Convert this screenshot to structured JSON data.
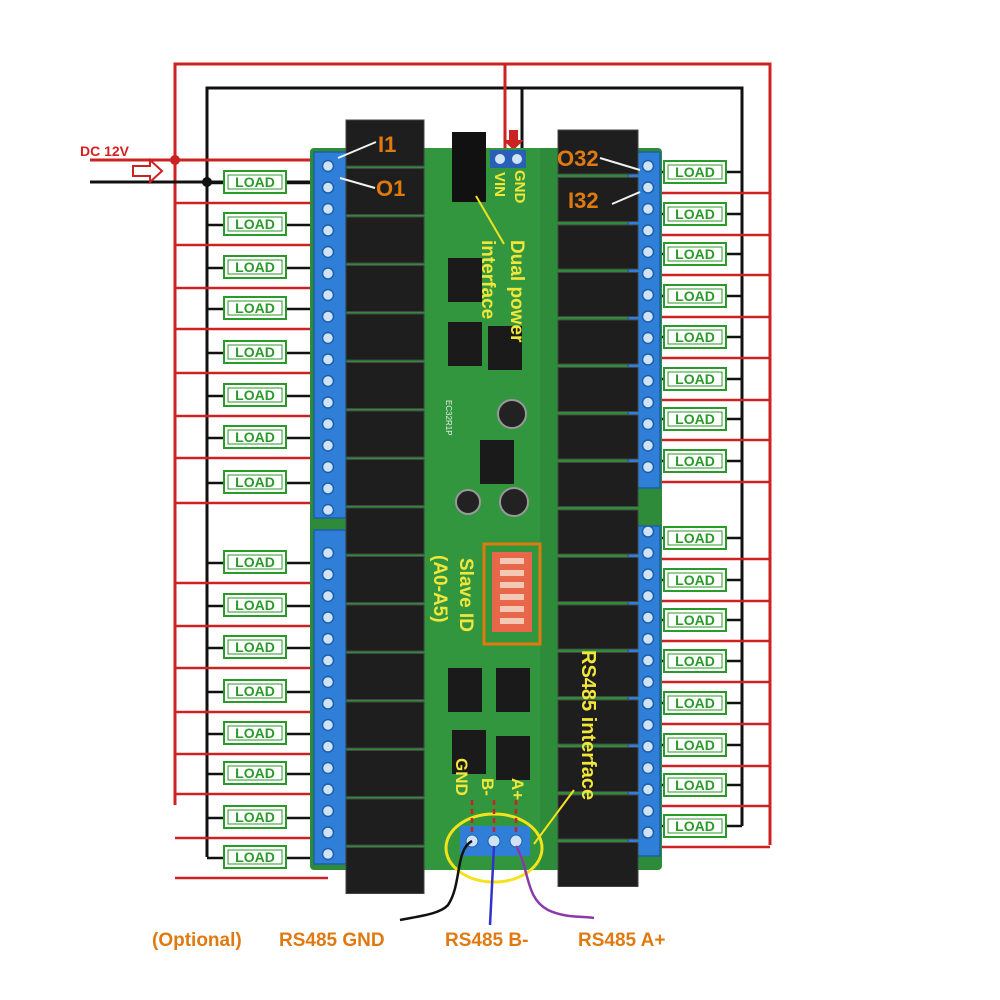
{
  "power": {
    "label": "DC 12V"
  },
  "board": {
    "vin_label": "VIN",
    "gnd_label": "GND",
    "left_top_labels": [
      "I1",
      "O1"
    ],
    "right_top_labels": [
      "O32",
      "I32"
    ],
    "dual_power_line1": "Dual power",
    "dual_power_line2": "interface",
    "slave_id_line1": "Slave ID",
    "slave_id_line2": "(A0-A5)",
    "rs485_interface": "RS485 interface",
    "pin_labels": [
      "GND",
      "B-",
      "A+"
    ],
    "pcb_code": "EC32R1P"
  },
  "loads": {
    "label": "LOAD",
    "left_count": 16,
    "right_count": 16
  },
  "bottom_labels": {
    "optional_prefix": "(Optional)",
    "gnd": "RS485 GND",
    "b": "RS485 B-",
    "a": "RS485 A+"
  },
  "colors": {
    "wire_red": "#cc2222",
    "wire_black": "#111111",
    "pcb_green": "#2e8b3a",
    "terminal_blue": "#2f7fd8",
    "relay_black": "#1e1e1e",
    "load_green": "#2a9a2a",
    "label_orange": "#e07a10",
    "label_yellow": "#f2e63a",
    "wire_blue": "#3333cc",
    "wire_purple": "#8a3aa8"
  }
}
